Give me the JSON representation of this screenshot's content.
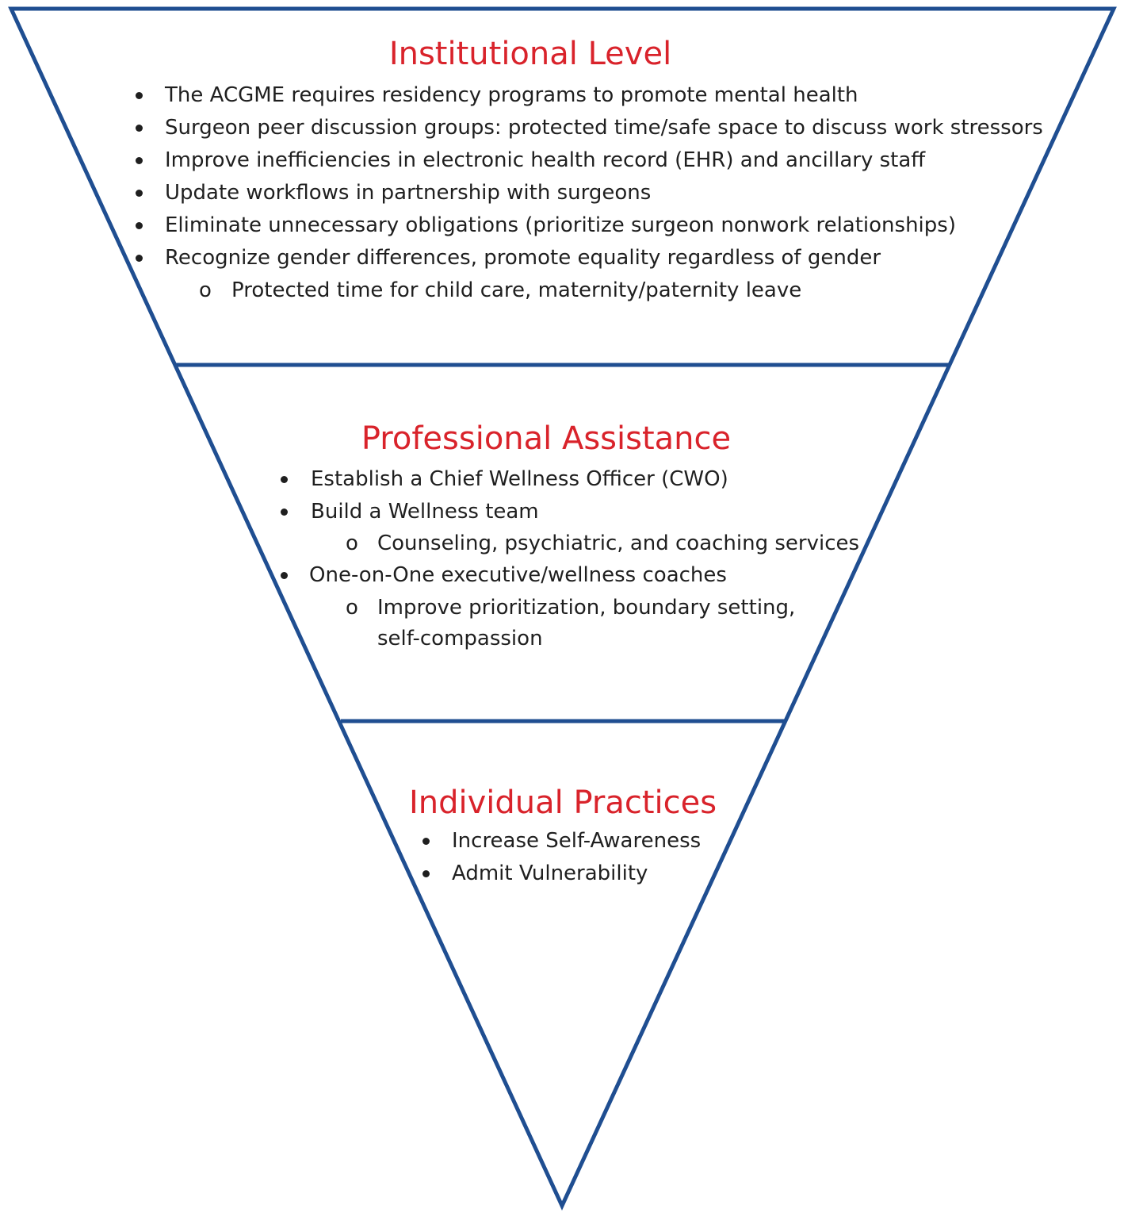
{
  "style": {
    "outline_color": "#1f4e91",
    "title_color": "#d9232b",
    "text_color": "#1f1f1f"
  },
  "tiers": [
    {
      "title": "Institutional Level",
      "items": [
        {
          "text": "The ACGME requires residency programs to promote mental health",
          "level": 1
        },
        {
          "text": "Surgeon peer discussion groups: protected time/safe space to discuss work stressors",
          "level": 1
        },
        {
          "text": "Improve inefficiencies in electronic health record (EHR) and ancillary staff",
          "level": 1
        },
        {
          "text": "Update workflows in partnership with surgeons",
          "level": 1
        },
        {
          "text": "Eliminate unnecessary obligations (prioritize surgeon nonwork relationships)",
          "level": 1
        },
        {
          "text": "Recognize gender differences, promote equality regardless of gender",
          "level": 1
        },
        {
          "text": "Protected time for child care, maternity/paternity leave",
          "level": 2
        }
      ]
    },
    {
      "title": "Professional Assistance",
      "items": [
        {
          "text": "Establish a Chief Wellness Officer (CWO)",
          "level": 1
        },
        {
          "text": "Build a Wellness team",
          "level": 1
        },
        {
          "text": "Counseling, psychiatric, and coaching services",
          "level": 2
        },
        {
          "text": "One-on-One executive/wellness coaches",
          "level": 1
        },
        {
          "text": "Improve prioritization, boundary setting,",
          "level": 2
        },
        {
          "text": "self-compassion",
          "level": 3
        }
      ]
    },
    {
      "title": "Individual Practices",
      "items": [
        {
          "text": "Increase Self-Awareness",
          "level": 1
        },
        {
          "text": "Admit Vulnerability",
          "level": 1
        }
      ]
    }
  ],
  "sub_bullet_marker": "o"
}
